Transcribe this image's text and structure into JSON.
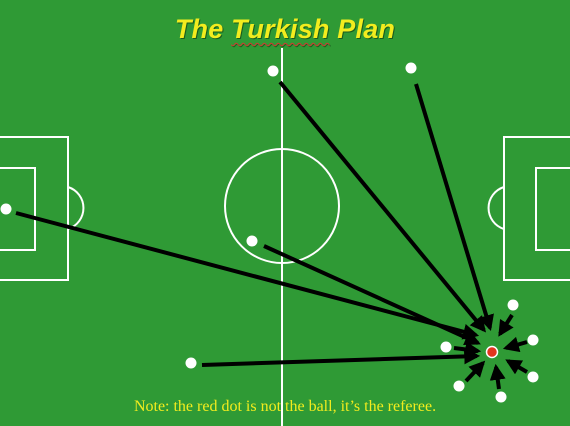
{
  "title": {
    "before": "The ",
    "underlined": "Turkish",
    "after": " Plan"
  },
  "note": "Note: the red dot is not the ball, it’s the referee.",
  "colors": {
    "pitch": "#2f9a35",
    "lines": "#ffffff",
    "player": "#ffffff",
    "referee": "#e2351e",
    "arrow": "#000000",
    "title": "#f2ec1e"
  },
  "legend_meaning": {
    "white-dot": "player",
    "red-dot": "referee",
    "arrow": "player movement toward referee"
  }
}
